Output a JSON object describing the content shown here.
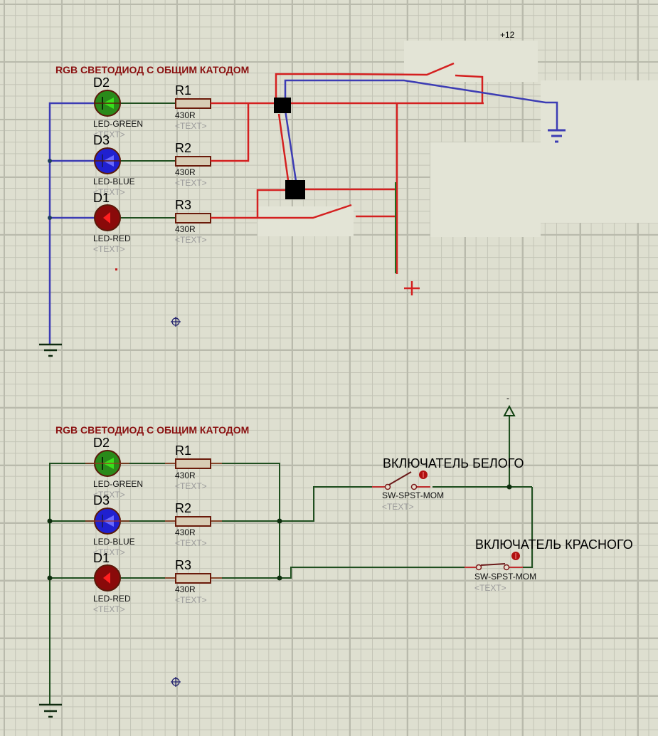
{
  "top_schematic": {
    "title": "RGB СВЕТОДИОД С ОБЩИМ КАТОДОМ",
    "supply_label": "+12",
    "plus_symbol": "+",
    "leds": [
      {
        "ref": "D2",
        "type": "LED-GREEN",
        "text": "<TEXT>",
        "color": "#2a8a1a",
        "arrow_color": "#39e01a"
      },
      {
        "ref": "D3",
        "type": "LED-BLUE",
        "text": "<TEXT>",
        "color": "#2020d0",
        "arrow_color": "#6a6aff"
      },
      {
        "ref": "D1",
        "type": "LED-RED",
        "text": "<TEXT>",
        "color": "#8a0a0a",
        "arrow_color": "#ff2020"
      }
    ],
    "resistors": [
      {
        "ref": "R1",
        "value": "430R",
        "text": "<TEXT>"
      },
      {
        "ref": "R2",
        "value": "430R",
        "text": "<TEXT>"
      },
      {
        "ref": "R3",
        "value": "430R",
        "text": "<TEXT>"
      }
    ],
    "wire_colors": {
      "red": "#d42020",
      "blue": "#3c3cb4",
      "green": "#1f4f1f"
    }
  },
  "bottom_schematic": {
    "title": "RGB СВЕТОДИОД С ОБЩИМ КАТОДОМ",
    "power_label": "-",
    "leds": [
      {
        "ref": "D2",
        "type": "LED-GREEN",
        "text": "<TEXT>"
      },
      {
        "ref": "D3",
        "type": "LED-BLUE",
        "text": "<TEXT>"
      },
      {
        "ref": "D1",
        "type": "LED-RED",
        "text": "<TEXT>"
      }
    ],
    "resistors": [
      {
        "ref": "R1",
        "value": "430R",
        "text": "<TEXT>"
      },
      {
        "ref": "R2",
        "value": "430R",
        "text": "<TEXT>"
      },
      {
        "ref": "R3",
        "value": "430R",
        "text": "<TEXT>"
      }
    ],
    "switches": [
      {
        "label": "ВКЛЮЧАТЕЛЬ БЕЛОГО",
        "part": "SW-SPST-MOM",
        "text": "<TEXT>",
        "state": "open"
      },
      {
        "label": "ВКЛЮЧАТЕЛЬ КРАСНОГО",
        "part": "SW-SPST-MOM",
        "text": "<TEXT>",
        "state": "closed"
      }
    ],
    "wire_color": "#1f4f1f"
  }
}
